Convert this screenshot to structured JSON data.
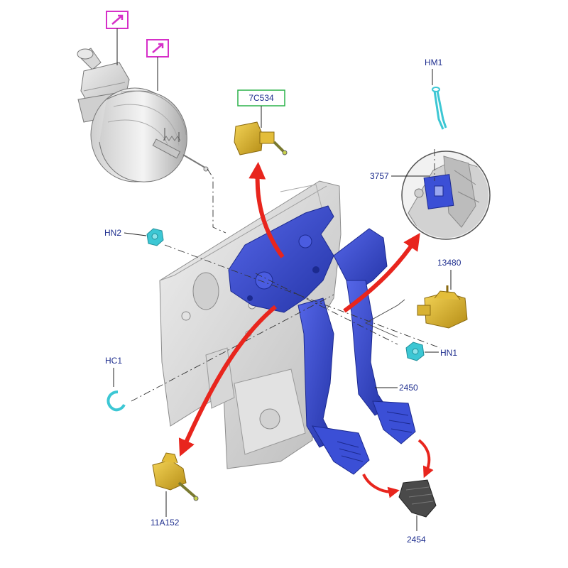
{
  "diagram": {
    "labels": {
      "hn1": "HN1",
      "hn2": "HN2",
      "hc1": "HC1",
      "hm1": "HM1",
      "part_3757": "3757",
      "part_13480": "13480",
      "part_2450": "2450",
      "part_2454": "2454",
      "part_11a152": "11A152",
      "part_7c534": "7C534"
    },
    "colors": {
      "pedal_box": "#3b4fd6",
      "pedal_box_dark": "#2535a8",
      "switch_yellow": "#e9c23a",
      "switch_dark": "#b58d16",
      "fastener_cyan": "#3cc7d4",
      "arrow_red": "#e8251d",
      "callout_magenta": "#d62fc8",
      "callout_green": "#2bb24a",
      "label_blue": "#1f2f8f",
      "bracket_grey": "#d9d9d9"
    }
  }
}
